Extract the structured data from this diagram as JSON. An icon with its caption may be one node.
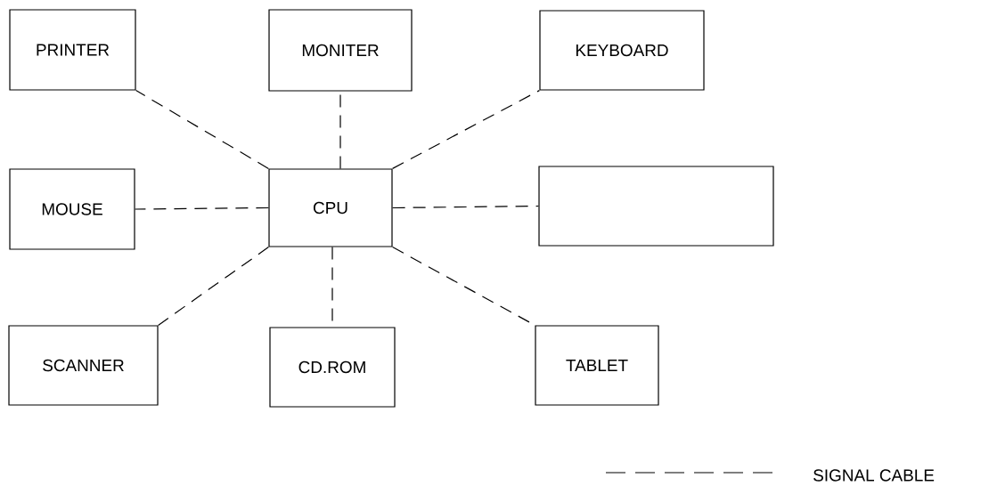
{
  "diagram": {
    "nodes": [
      {
        "text": [
          "PRINTER"
        ]
      },
      {
        "text": [
          "MONITER"
        ]
      },
      {
        "text": [
          "KEYBOARD"
        ]
      },
      {
        "text": [
          "MOUSE"
        ]
      },
      {
        "text": [
          "CPU"
        ]
      },
      {
        "text": [],
        "shape": "box"
      },
      {
        "text": [
          "SCANNER"
        ]
      },
      {
        "text": [
          "CD.ROM"
        ]
      },
      {
        "text": [
          "TABLET"
        ]
      }
    ],
    "edges": [
      {
        "from": 4,
        "to": 0,
        "arrow": "none",
        "style": "dashed"
      },
      {
        "from": 4,
        "to": 1,
        "arrow": "none",
        "style": "dashed"
      },
      {
        "from": 4,
        "to": 2,
        "arrow": "none",
        "style": "dashed"
      },
      {
        "from": 4,
        "to": 3,
        "arrow": "none",
        "style": "dashed"
      },
      {
        "from": 4,
        "to": 5,
        "arrow": "none",
        "style": "dashed"
      },
      {
        "from": 4,
        "to": 6,
        "arrow": "none",
        "style": "dashed"
      },
      {
        "from": 4,
        "to": 7,
        "arrow": "none",
        "style": "dashed"
      },
      {
        "from": 4,
        "to": 8,
        "arrow": "none",
        "style": "dashed"
      }
    ],
    "legend": [
      {
        "text": "SIGNAL CABLE"
      }
    ]
  }
}
